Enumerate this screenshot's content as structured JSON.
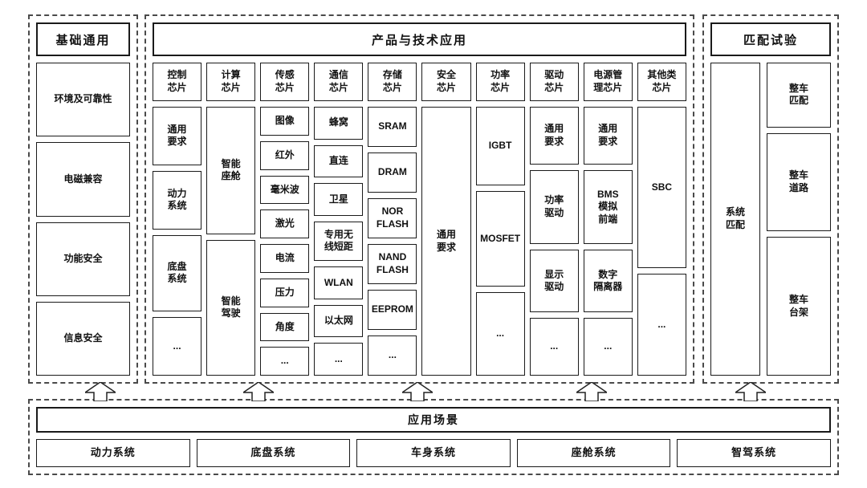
{
  "basic": {
    "title": "基础通用",
    "items": [
      "环境及可靠性",
      "电磁兼容",
      "功能安全",
      "信息安全"
    ]
  },
  "products": {
    "title": "产品与技术应用",
    "columns": [
      {
        "header": "控制\n芯片",
        "items": [
          "通用\n要求",
          "动力\n系统",
          "底盘\n系统",
          "..."
        ]
      },
      {
        "header": "计算\n芯片",
        "items": [
          "智能\n座舱",
          "智能\n驾驶"
        ]
      },
      {
        "header": "传感\n芯片",
        "items": [
          "图像",
          "红外",
          "毫米波",
          "激光",
          "电流",
          "压力",
          "角度",
          "..."
        ]
      },
      {
        "header": "通信\n芯片",
        "items": [
          "蜂窝",
          "直连",
          "卫星",
          "专用无\n线短距",
          "WLAN",
          "以太网",
          "..."
        ]
      },
      {
        "header": "存储\n芯片",
        "items": [
          "SRAM",
          "DRAM",
          "NOR\nFLASH",
          "NAND\nFLASH",
          "EEPROM",
          "..."
        ]
      },
      {
        "header": "安全\n芯片",
        "items": [
          "通用\n要求"
        ]
      },
      {
        "header": "功率\n芯片",
        "items": [
          "IGBT",
          "MOSFET",
          "..."
        ]
      },
      {
        "header": "驱动\n芯片",
        "items": [
          "通用\n要求",
          "功率\n驱动",
          "显示\n驱动",
          "..."
        ]
      },
      {
        "header": "电源管\n理芯片",
        "items": [
          "通用\n要求",
          "BMS\n模拟\n前端",
          "数字\n隔离器",
          "..."
        ]
      },
      {
        "header": "其他类\n芯片",
        "items": [
          "SBC",
          "..."
        ]
      }
    ]
  },
  "matching": {
    "title": "匹配试验",
    "system": "系统\n匹配",
    "items": [
      "整车\n匹配",
      "整车\n道路",
      "整车\n台架"
    ]
  },
  "scenarios": {
    "title": "应用场景",
    "items": [
      "动力系统",
      "底盘系统",
      "车身系统",
      "座舱系统",
      "智驾系统"
    ]
  }
}
